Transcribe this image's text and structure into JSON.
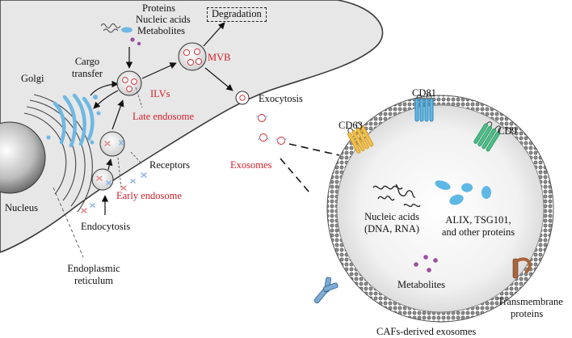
{
  "labels": {
    "proteins": "Proteins",
    "nucleic_acids": "Nucleic acids",
    "metabolites_top": "Metabolites",
    "degradation": "Degradation",
    "cargo_transfer_1": "Cargo",
    "cargo_transfer_2": "transfer",
    "golgi": "Golgi",
    "mvb": "MVB",
    "ilvs": "ILVs",
    "late_endosome": "Late endosome",
    "exocytosis": "Exocytosis",
    "receptors": "Receptors",
    "exosomes": "Exosomes",
    "early_endosome": "Early endosome",
    "nucleus": "Nucleus",
    "endocytosis": "Endocytosis",
    "er_1": "Endoplasmic",
    "er_2": "reticulum",
    "cd63": "CD63",
    "cd81": "CD81",
    "cd9": "CD9",
    "nucleic_acids_dna_rna_1": "Nucleic acids",
    "nucleic_acids_dna_rna_2": "(DNA, RNA)",
    "alix_1": "ALIX, TSG101,",
    "alix_2": "and other proteins",
    "metabolites_exo": "Metabolites",
    "transmembrane_1": "Transmembrane",
    "transmembrane_2": "proteins",
    "cafs_exosomes": "CAFs-derived exosomes"
  },
  "colors": {
    "red_text": "#d3202b",
    "cd63": "#f2c14e",
    "cd81": "#5fb7e5",
    "cd9": "#4fbf8a",
    "transmembrane": "#a8643c",
    "receptor_left": "#8db6e6",
    "receptor_right": "#e58b8b",
    "golgi": "#6fb8e3",
    "metabolite": "#9b4d9e",
    "alix_protein": "#5fb7e5"
  },
  "icons": [
    "golgi-icon",
    "nucleus-icon",
    "cd63-icon",
    "cd81-icon",
    "cd9-icon",
    "transmembrane-protein-icon",
    "y-receptor-icon"
  ]
}
